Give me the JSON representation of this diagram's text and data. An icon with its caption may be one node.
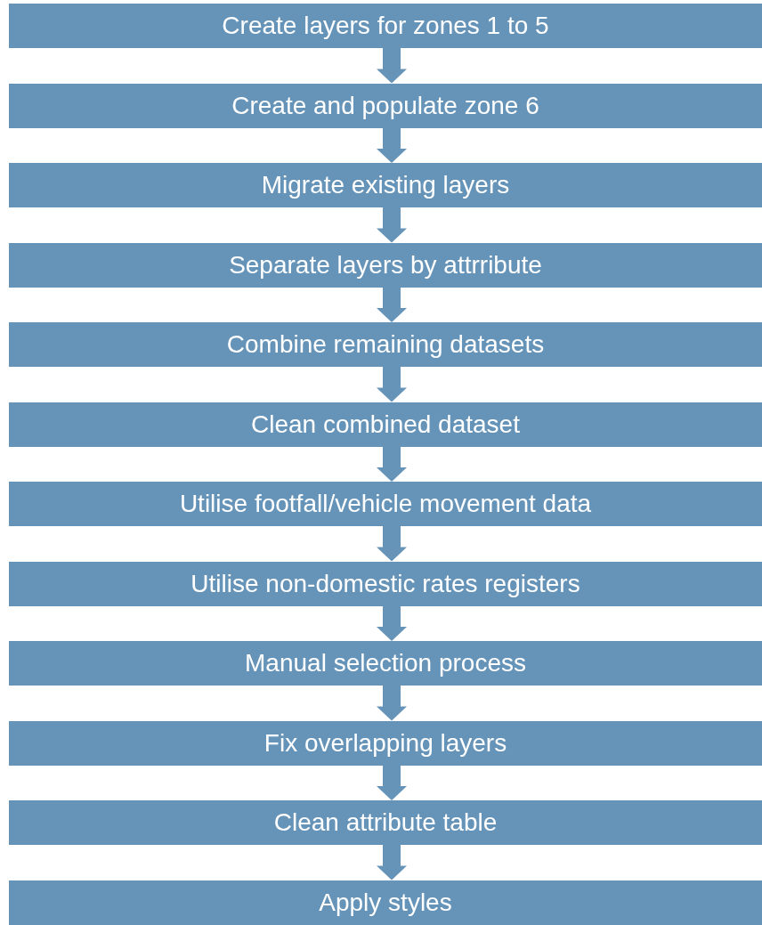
{
  "diagram": {
    "nodes": [
      {
        "text": [
          "Create layers for zones 1 to 5"
        ]
      },
      {
        "text": [
          "Create and populate zone 6"
        ]
      },
      {
        "text": [
          "Migrate existing layers"
        ]
      },
      {
        "text": [
          "Separate layers by attrribute"
        ]
      },
      {
        "text": [
          "Combine remaining datasets"
        ]
      },
      {
        "text": [
          "Clean combined dataset"
        ]
      },
      {
        "text": [
          "Utilise footfall/vehicle movement data"
        ]
      },
      {
        "text": [
          "Utilise non-domestic rates registers"
        ]
      },
      {
        "text": [
          "Manual selection process"
        ]
      },
      {
        "text": [
          "Fix overlapping layers"
        ]
      },
      {
        "text": [
          "Clean attribute table"
        ]
      },
      {
        "text": [
          "Apply styles"
        ]
      }
    ],
    "edges": [
      {
        "from": 0,
        "to": 1,
        "arrow": "to"
      },
      {
        "from": 1,
        "to": 2,
        "arrow": "to"
      },
      {
        "from": 2,
        "to": 3,
        "arrow": "to"
      },
      {
        "from": 3,
        "to": 4,
        "arrow": "to"
      },
      {
        "from": 4,
        "to": 5,
        "arrow": "to"
      },
      {
        "from": 5,
        "to": 6,
        "arrow": "to"
      },
      {
        "from": 6,
        "to": 7,
        "arrow": "to"
      },
      {
        "from": 7,
        "to": 8,
        "arrow": "to"
      },
      {
        "from": 8,
        "to": 9,
        "arrow": "to"
      },
      {
        "from": 9,
        "to": 10,
        "arrow": "to"
      },
      {
        "from": 10,
        "to": 11,
        "arrow": "to"
      }
    ]
  }
}
